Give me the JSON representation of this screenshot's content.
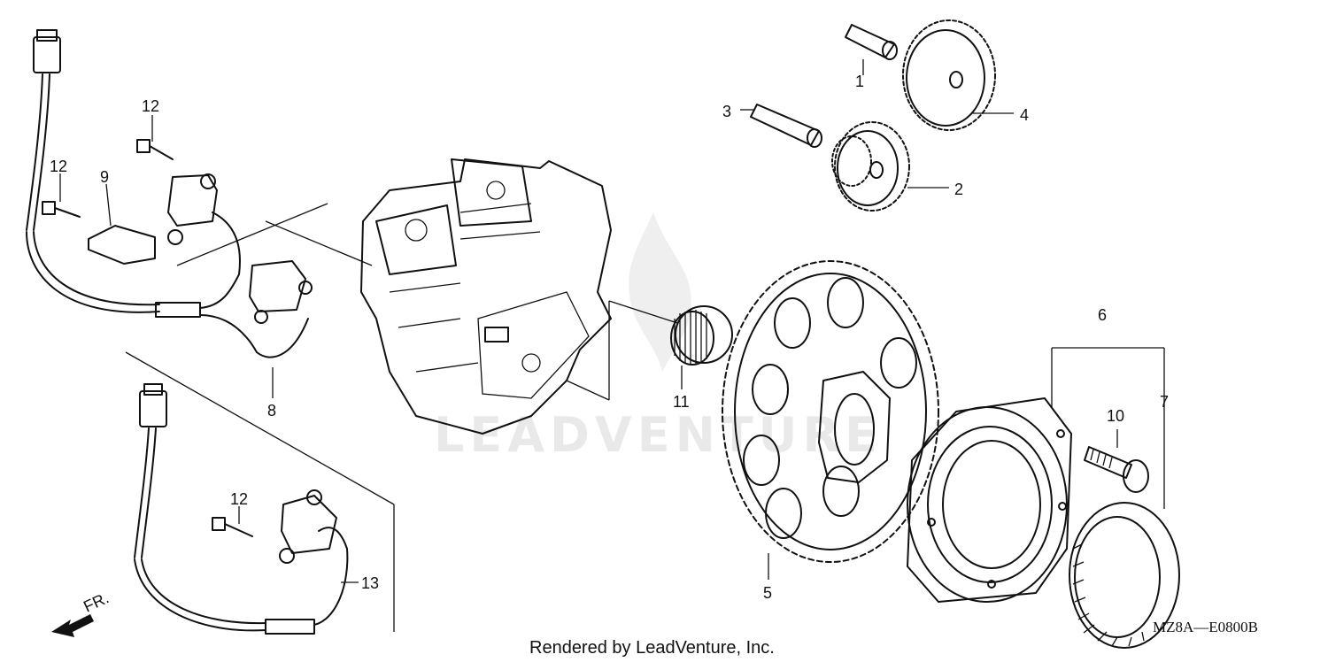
{
  "diagram": {
    "watermark": "LEADVENTURE",
    "diagram_code": "MZ8A—E0800B",
    "front_marker": "FR.",
    "footer": "Rendered by LeadVenture, Inc.",
    "callouts": [
      {
        "id": "1",
        "label": "1"
      },
      {
        "id": "2",
        "label": "2"
      },
      {
        "id": "3",
        "label": "3"
      },
      {
        "id": "4",
        "label": "4"
      },
      {
        "id": "5",
        "label": "5"
      },
      {
        "id": "6",
        "label": "6"
      },
      {
        "id": "7",
        "label": "7"
      },
      {
        "id": "8",
        "label": "8"
      },
      {
        "id": "9",
        "label": "9"
      },
      {
        "id": "10",
        "label": "10"
      },
      {
        "id": "11",
        "label": "11"
      },
      {
        "id": "12a",
        "label": "12"
      },
      {
        "id": "12b",
        "label": "12"
      },
      {
        "id": "12c",
        "label": "12"
      },
      {
        "id": "13",
        "label": "13"
      }
    ]
  }
}
